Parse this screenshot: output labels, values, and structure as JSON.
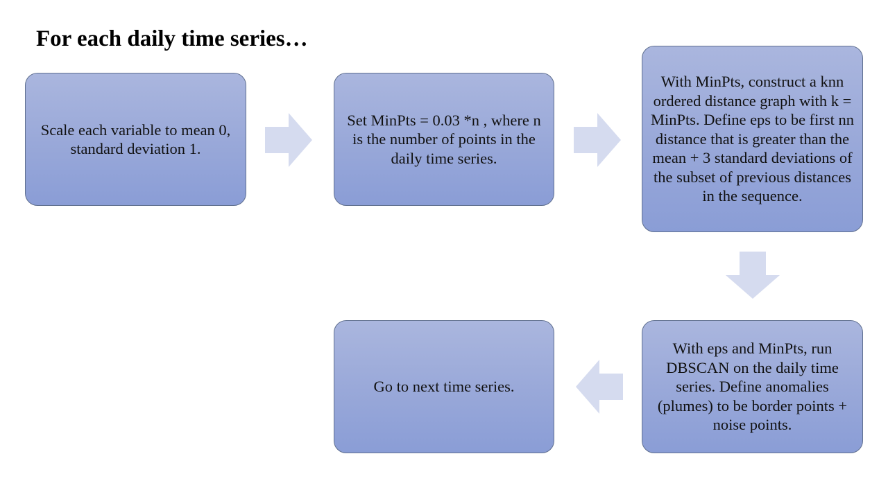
{
  "title": "For each daily time series…",
  "steps": [
    {
      "text": "Scale each variable to mean 0, standard deviation 1."
    },
    {
      "text": "Set MinPts = 0.03 *n , where n is the number of points in the daily time series."
    },
    {
      "text": "With MinPts, construct a knn ordered distance graph with k = MinPts. Define eps to be first nn distance that is greater than the mean + 3 standard deviations of the subset of previous distances in the sequence."
    },
    {
      "text": "With eps and MinPts, run DBSCAN on the daily time series. Define anomalies (plumes) to be border points + noise points."
    },
    {
      "text": "Go to next time series."
    }
  ],
  "icons": {
    "arrow_1": "arrow-right-icon",
    "arrow_2": "arrow-right-icon",
    "arrow_3": "arrow-down-icon",
    "arrow_4": "arrow-left-icon"
  },
  "colors": {
    "box_fill_top": "#aab6de",
    "box_fill_bottom": "#8a9dd6",
    "box_border": "#5f6f8f",
    "arrow_fill": "#d5dbef"
  }
}
